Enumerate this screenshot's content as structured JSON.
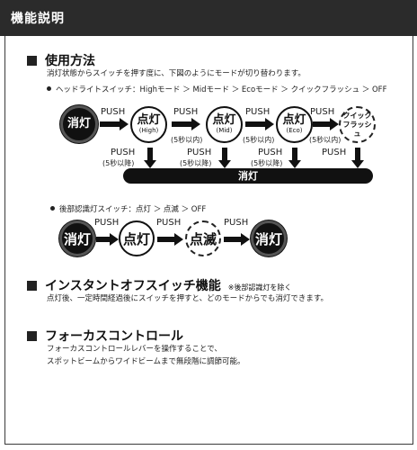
{
  "header": {
    "title": "機能説明"
  },
  "usage": {
    "title": "使用方法",
    "desc": "消灯状態からスイッチを押す度に、下図のようにモードが切り替わります。",
    "headlight_label": "ヘッドライトスイッチ：Highモード ＞ Midモード ＞ Ecoモード ＞ クイックフラッシュ ＞ OFF",
    "push": "PUSH",
    "hold5": "(5秒以内)",
    "hold5_long": "(5秒以降)",
    "off": "消灯",
    "on": "点灯",
    "high": "(High)",
    "mid": "(Mid)",
    "eco": "(Eco)",
    "quick_flash": "クイック\nフラッシュ",
    "off_bar": "消灯",
    "rear_label": "後部認識灯スイッチ：点灯 ＞ 点滅 ＞ OFF",
    "blink": "点滅"
  },
  "instant": {
    "title": "インスタントオフスイッチ機能",
    "note": "※後部認識灯を除く",
    "desc": "点灯後、一定時間経過後にスイッチを押すと、どのモードからでも消灯できます。"
  },
  "focus": {
    "title": "フォーカスコントロール",
    "line1": "フォーカスコントロールレバーを操作することで、",
    "line2": "スポットビームからワイドビームまで無段階に調節可能。"
  }
}
